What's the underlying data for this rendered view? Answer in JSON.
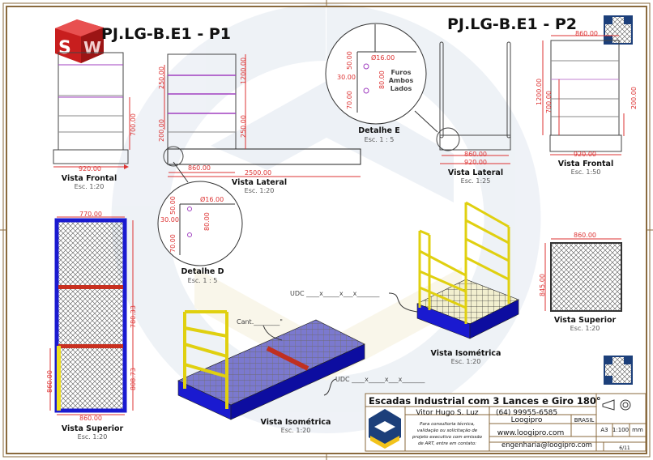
{
  "sheets": {
    "p1_title": "PJ.LG-B.E1 - P1",
    "p2_title": "PJ.LG-B.E1 - P2"
  },
  "logo": {
    "text": "SW"
  },
  "views": {
    "frontal_p1": {
      "label": "Vista Frontal",
      "scale": "Esc. 1:20",
      "dims": [
        "920.00",
        "700.00"
      ]
    },
    "lateral_p1": {
      "label": "Vista Lateral",
      "scale": "Esc. 1:20",
      "dims": [
        "860.00",
        "2500.00",
        "250.00",
        "1200.00",
        "200.00",
        "250.00"
      ]
    },
    "detalhe_d": {
      "label": "Detalhe D",
      "scale": "Esc. 1 : 5",
      "dims": [
        "Ø16.00",
        "50.00",
        "30.00",
        "80.00",
        "70.00"
      ]
    },
    "detalhe_e": {
      "label": "Detalhe E",
      "scale": "Esc. 1 : 5",
      "dims": [
        "Ø16.00",
        "50.00",
        "30.00",
        "80.00",
        "70.00"
      ],
      "note": [
        "Furos",
        "Ambos",
        "Lados"
      ]
    },
    "lateral_p2": {
      "label": "Vista Lateral",
      "scale": "Esc. 1:25",
      "dims": [
        "860.00",
        "920.00"
      ]
    },
    "frontal_p2": {
      "label": "Vista Frontal",
      "scale": "Esc. 1:50",
      "dims": [
        "860.00",
        "1200.00",
        "700.00",
        "200.00",
        "920.00"
      ]
    },
    "superior_p1": {
      "label": "Vista Superior",
      "scale": "Esc. 1:20",
      "dims": [
        "770.00",
        "780.33",
        "808.73",
        "860.00",
        "860.00"
      ]
    },
    "superior_p2": {
      "label": "Vista Superior",
      "scale": "Esc. 1:20",
      "dims": [
        "860.00",
        "845.00"
      ]
    },
    "iso_p2": {
      "label": "Vista Isométrica",
      "scale": "Esc. 1:20"
    },
    "iso_p1": {
      "label": "Vista Isométrica",
      "scale": "Esc. 1:20"
    }
  },
  "annotations": {
    "udc_1": "UDC ____x_____x___x_______",
    "udc_2": "UDC ____x_____x___x_______",
    "cant": "Cant.________\""
  },
  "title_block": {
    "title": "Escadas Industrial com 3 Lances e Giro 180°",
    "designer": "Vitor Hugo S. Luz",
    "phone": "(64) 99955-6585",
    "observations": [
      "Para consultoria técnica,",
      "validação ou solicitação de",
      "projeto executivo com emissão",
      "de ART, entre em contato:"
    ],
    "company": "Loogipro",
    "country": "BRASIL",
    "paper": "A3",
    "scale": "1:100",
    "unit": "mm",
    "website": "www.loogipro.com",
    "email": "engenharia@loogipro.com",
    "sheet": "6/11"
  },
  "colors": {
    "frame": "#8a6a3e",
    "dimension": "#dd3333",
    "steel": "#1a1ad0",
    "rail": "#f0e020",
    "accent": "#c03020",
    "logo_blue": "#1c3f7a",
    "logo_yellow": "#f2c31b"
  }
}
